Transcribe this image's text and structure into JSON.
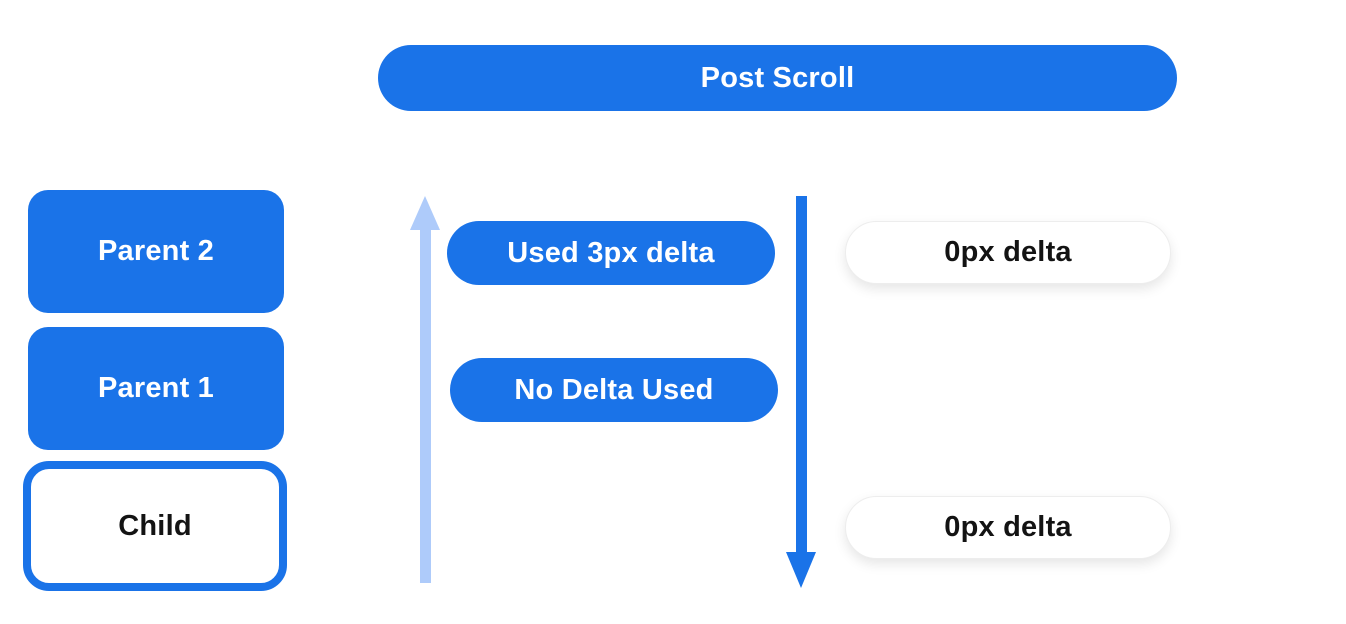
{
  "header": {
    "label": "Post Scroll"
  },
  "boxes": {
    "parent2": "Parent 2",
    "parent1": "Parent 1",
    "child": "Child"
  },
  "pills": {
    "used_delta": "Used 3px delta",
    "no_delta": "No Delta Used",
    "result_top": "0px delta",
    "result_bottom": "0px delta"
  },
  "arrows": {
    "up": {
      "direction": "up",
      "color": "#aecbfa"
    },
    "down": {
      "direction": "down",
      "color": "#1a73e8"
    }
  },
  "colors": {
    "primary_blue": "#1a73e8",
    "light_blue": "#aecbfa",
    "surface": "#ffffff",
    "text_on_blue": "#ffffff",
    "text_dark": "#131313",
    "pill_border": "#ededed"
  }
}
